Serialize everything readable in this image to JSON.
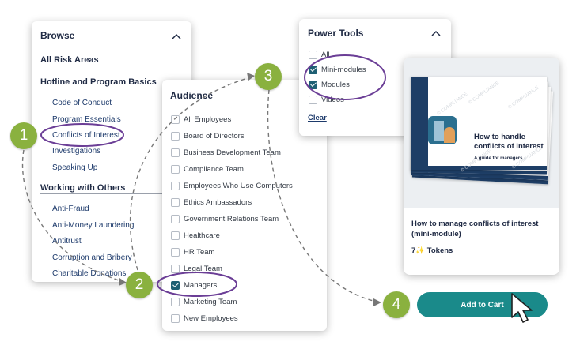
{
  "browse": {
    "title": "Browse",
    "sections": [
      "All Risk Areas",
      "Hotline and Program Basics",
      "Working with Others"
    ],
    "hotline_items": [
      "Code of Conduct",
      "Program Essentials",
      "Conflicts of Interest",
      "Investigations",
      "Speaking Up"
    ],
    "working_items": [
      "Anti-Fraud",
      "Anti-Money Laundering",
      "Antitrust",
      "Corruption and Bribery",
      "Charitable Donations"
    ]
  },
  "audience": {
    "title": "Audience",
    "options": [
      {
        "label": "All Employees",
        "checked": false
      },
      {
        "label": "Board of Directors",
        "checked": false
      },
      {
        "label": "Business Development Team",
        "checked": false
      },
      {
        "label": "Compliance Team",
        "checked": false
      },
      {
        "label": "Employees Who Use Computers",
        "checked": false
      },
      {
        "label": "Ethics Ambassadors",
        "checked": false
      },
      {
        "label": "Government Relations Team",
        "checked": false
      },
      {
        "label": "Healthcare",
        "checked": false
      },
      {
        "label": "HR Team",
        "checked": false
      },
      {
        "label": "Legal Team",
        "checked": false
      },
      {
        "label": "Managers",
        "checked": true
      },
      {
        "label": "Marketing Team",
        "checked": false
      },
      {
        "label": "New Employees",
        "checked": false
      }
    ]
  },
  "power_tools": {
    "title": "Power Tools",
    "options": [
      {
        "label": "All",
        "checked": false
      },
      {
        "label": "Mini-modules",
        "checked": true
      },
      {
        "label": "Modules",
        "checked": true
      },
      {
        "label": "Videos",
        "checked": false
      }
    ],
    "clear_label": "Clear"
  },
  "card": {
    "slide_title": "How to handle conflicts of interest",
    "slide_subtitle": "A guide for managers",
    "title": "How to manage conflicts of interest (mini-module)",
    "tokens_count": "7",
    "tokens_label": "Tokens",
    "spark_icon": "✨"
  },
  "cart": {
    "label": "Add to Cart"
  },
  "steps": [
    "1",
    "2",
    "3",
    "4"
  ],
  "colors": {
    "accent": "#1a8a8a",
    "step_green": "#8ab13f",
    "highlight_purple": "#6b3e96",
    "navy": "#1e3e66"
  }
}
